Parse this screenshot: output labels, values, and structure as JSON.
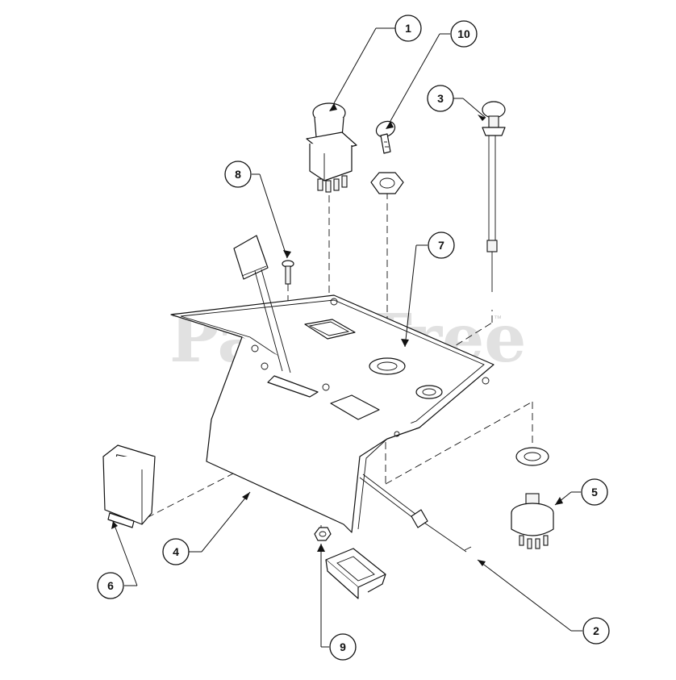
{
  "watermark": {
    "text": "PartsTree",
    "mark": "™"
  },
  "callouts": [
    {
      "id": "c1",
      "label": "1"
    },
    {
      "id": "c2",
      "label": "2"
    },
    {
      "id": "c3",
      "label": "3"
    },
    {
      "id": "c4",
      "label": "4"
    },
    {
      "id": "c5",
      "label": "5"
    },
    {
      "id": "c6",
      "label": "6"
    },
    {
      "id": "c7",
      "label": "7"
    },
    {
      "id": "c8",
      "label": "8"
    },
    {
      "id": "c9",
      "label": "9"
    },
    {
      "id": "c10",
      "label": "10"
    }
  ],
  "colors": {
    "line": "#111111",
    "watermark": "#c9c9c9",
    "background": "#ffffff"
  }
}
